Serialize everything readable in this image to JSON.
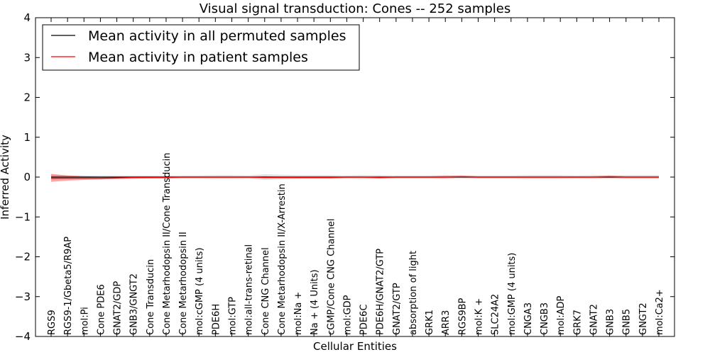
{
  "chart_data": {
    "type": "line",
    "title": "Visual signal transduction: Cones -- 252 samples",
    "xlabel": "Cellular Entities",
    "ylabel": "Inferred Activity",
    "ylim": [
      -4,
      4
    ],
    "yticks": [
      4,
      3,
      2,
      1,
      0,
      -1,
      -2,
      -3,
      -4
    ],
    "ytick_labels": [
      "4",
      "3",
      "2",
      "1",
      "0",
      "−1",
      "−2",
      "−3",
      "−4"
    ],
    "legend_position": "top-left",
    "grid": false,
    "categories": [
      "RGS9",
      "RGS9-1/Gbeta5/R9AP",
      "mol:Pi",
      "Cone PDE6",
      "GNAT2/GDP",
      "GNB3/GNGT2",
      "Cone Transducin",
      "Cone Metarhodopsin II/Cone Transducin",
      "Cone Metarhodopsin II",
      "mol:cGMP (4 units)",
      "PDE6H",
      "mol:GTP",
      "mol:all-trans-retinal",
      "Cone CNG Channel",
      "Cone Metarhodopsin II/X-Arrestin",
      "mol:Na +",
      "Na + (4 Units)",
      "cGMP/Cone CNG Channel",
      "mol:GDP",
      "PDE6C",
      "PDE6H/GNAT2/GTP",
      "GNAT2/GTP",
      "absorption of light",
      "GRK1",
      "ARR3",
      "RGS9BP",
      "mol:K +",
      "SLC24A2",
      "mol:GMP (4 units)",
      "CNGA3",
      "CNGB3",
      "mol:ADP",
      "GRK7",
      "GNAT2",
      "GNB3",
      "GNB5",
      "GNGT2",
      "mol:Ca2+"
    ],
    "series": [
      {
        "name": "Mean activity in all permuted samples",
        "color": "#000000",
        "values": [
          0,
          0,
          0,
          0,
          0,
          0,
          0,
          0,
          0,
          0,
          0,
          0,
          0,
          0,
          0,
          0,
          0,
          0,
          0,
          0,
          0,
          0,
          0,
          0,
          0,
          0,
          0,
          0,
          0,
          0,
          0,
          0,
          0,
          0,
          0,
          0,
          0,
          0
        ],
        "band_lower": [
          -0.06,
          -0.05,
          -0.04,
          -0.04,
          -0.04,
          -0.04,
          -0.04,
          -0.04,
          -0.04,
          -0.04,
          -0.05,
          -0.05,
          -0.04,
          -0.07,
          -0.06,
          -0.05,
          -0.05,
          -0.05,
          -0.04,
          -0.05,
          -0.05,
          -0.04,
          -0.04,
          -0.04,
          -0.05,
          -0.04,
          -0.04,
          -0.04,
          -0.04,
          -0.05,
          -0.05,
          -0.05,
          -0.04,
          -0.05,
          -0.04,
          -0.05,
          -0.05,
          -0.05
        ],
        "band_upper": [
          0.06,
          0.05,
          0.04,
          0.04,
          0.04,
          0.04,
          0.04,
          0.04,
          0.04,
          0.04,
          0.05,
          0.05,
          0.04,
          0.07,
          0.06,
          0.05,
          0.05,
          0.05,
          0.04,
          0.05,
          0.05,
          0.04,
          0.04,
          0.04,
          0.05,
          0.04,
          0.04,
          0.04,
          0.04,
          0.05,
          0.05,
          0.05,
          0.04,
          0.05,
          0.04,
          0.05,
          0.05,
          0.05
        ],
        "band_color": "#c8c8c8"
      },
      {
        "name": "Mean activity in patient samples",
        "color": "#ff0000",
        "values": [
          -0.03,
          -0.03,
          -0.03,
          -0.03,
          -0.02,
          -0.01,
          -0.01,
          -0.01,
          0,
          0,
          0,
          0,
          0,
          -0.01,
          -0.01,
          -0.01,
          -0.01,
          -0.01,
          0,
          0,
          -0.01,
          0,
          0,
          0,
          0,
          0.01,
          0,
          0,
          0,
          0,
          0,
          0,
          0,
          0,
          0.01,
          0,
          0,
          0
        ],
        "band_lower": [
          -0.12,
          -0.09,
          -0.07,
          -0.06,
          -0.05,
          -0.04,
          -0.03,
          -0.03,
          -0.02,
          -0.02,
          -0.02,
          -0.02,
          -0.02,
          -0.03,
          -0.03,
          -0.03,
          -0.03,
          -0.03,
          -0.02,
          -0.02,
          -0.03,
          -0.02,
          -0.02,
          -0.02,
          -0.02,
          -0.01,
          -0.02,
          -0.02,
          -0.02,
          -0.02,
          -0.02,
          -0.02,
          -0.02,
          -0.02,
          -0.02,
          -0.02,
          -0.02,
          -0.02
        ],
        "band_upper": [
          0.08,
          0.04,
          0.02,
          0.01,
          0.01,
          0.01,
          0.01,
          0.01,
          0.02,
          0.02,
          0.02,
          0.02,
          0.02,
          0.02,
          0.01,
          0.01,
          0.01,
          0.01,
          0.02,
          0.02,
          0.01,
          0.02,
          0.02,
          0.02,
          0.03,
          0.04,
          0.02,
          0.02,
          0.02,
          0.02,
          0.02,
          0.02,
          0.02,
          0.02,
          0.04,
          0.02,
          0.02,
          0.02
        ],
        "band_color": "#ff0000"
      }
    ]
  }
}
